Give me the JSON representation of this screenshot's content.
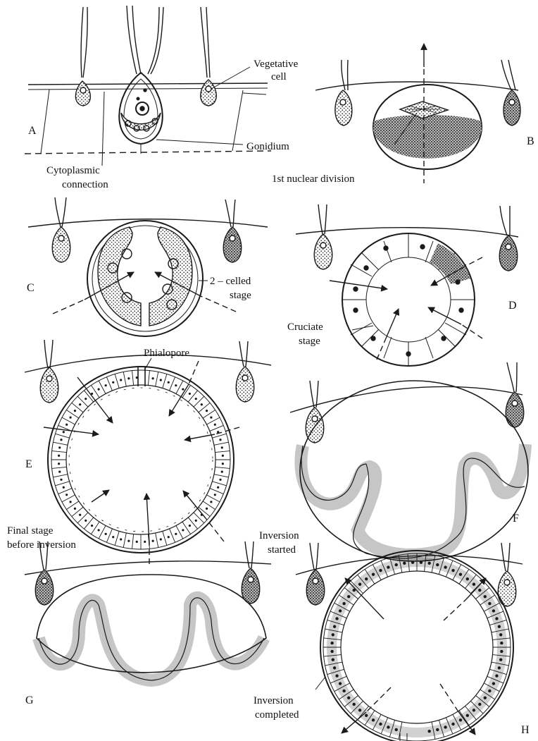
{
  "panels": {
    "a": {
      "letter": "A",
      "vegetative_label": [
        "Vegetative",
        "cell"
      ],
      "gonidium_label": "Gonidium",
      "cytoplasmic_label": [
        "Cytoplasmic",
        "connection"
      ]
    },
    "b": {
      "letter": "B",
      "nuclear_label": "1st nuclear division"
    },
    "c": {
      "letter": "C",
      "stage_label": [
        "2 – celled",
        "stage"
      ]
    },
    "d": {
      "letter": "D",
      "stage_label": [
        "Cruciate",
        "stage"
      ]
    },
    "e": {
      "letter": "E",
      "phialopore_label": "Phialopore",
      "stage_label": [
        "Final stage",
        "before inversion"
      ]
    },
    "f": {
      "letter": "F",
      "stage_label": [
        "Inversion",
        "started"
      ]
    },
    "g": {
      "letter": "G"
    },
    "h": {
      "letter": "H",
      "stage_label": [
        "Inversion",
        "completed"
      ]
    }
  },
  "colors": {
    "ink": "#1a1a1a",
    "stipple": "#6e6e6e",
    "paper": "#ffffff"
  }
}
